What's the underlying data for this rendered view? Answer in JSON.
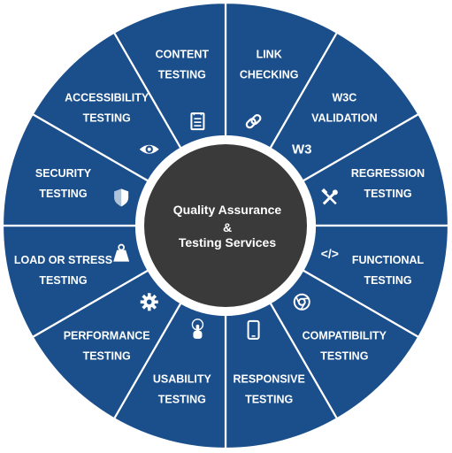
{
  "diagram": {
    "center": {
      "lines": [
        "Quality Assurance",
        "&",
        "Testing Services"
      ]
    },
    "colors": {
      "segment": "#1b4f8c",
      "segment_border": "#ffffff",
      "center": "#3a3a3a",
      "ring": "#ffffff",
      "icon": "#ffffff",
      "text": "#ffffff"
    },
    "segments": [
      {
        "lines": [
          "LINK",
          "CHECKING"
        ],
        "icon": "chain-link-icon"
      },
      {
        "lines": [
          "W3C",
          "VALIDATION"
        ],
        "icon": "w3c-logo-icon",
        "icon_text": "W3"
      },
      {
        "lines": [
          "REGRESSION",
          "TESTING"
        ],
        "icon": "tools-icon"
      },
      {
        "lines": [
          "FUNCTIONAL",
          "TESTING"
        ],
        "icon": "code-icon",
        "icon_text": "</>"
      },
      {
        "lines": [
          "COMPATIBILITY",
          "TESTING"
        ],
        "icon": "chrome-icon"
      },
      {
        "lines": [
          "RESPONSIVE",
          "TESTING"
        ],
        "icon": "mobile-phone-icon"
      },
      {
        "lines": [
          "USABILITY",
          "TESTING"
        ],
        "icon": "touch-hand-icon"
      },
      {
        "lines": [
          "PERFORMANCE",
          "TESTING"
        ],
        "icon": "gear-icon"
      },
      {
        "lines": [
          "LOAD OR STRESS",
          "TESTING"
        ],
        "icon": "weight-icon"
      },
      {
        "lines": [
          "SECURITY",
          "TESTING"
        ],
        "icon": "shield-icon"
      },
      {
        "lines": [
          "ACCESSIBILITY",
          "TESTING"
        ],
        "icon": "eye-icon"
      },
      {
        "lines": [
          "CONTENT",
          "TESTING"
        ],
        "icon": "document-icon"
      }
    ]
  }
}
